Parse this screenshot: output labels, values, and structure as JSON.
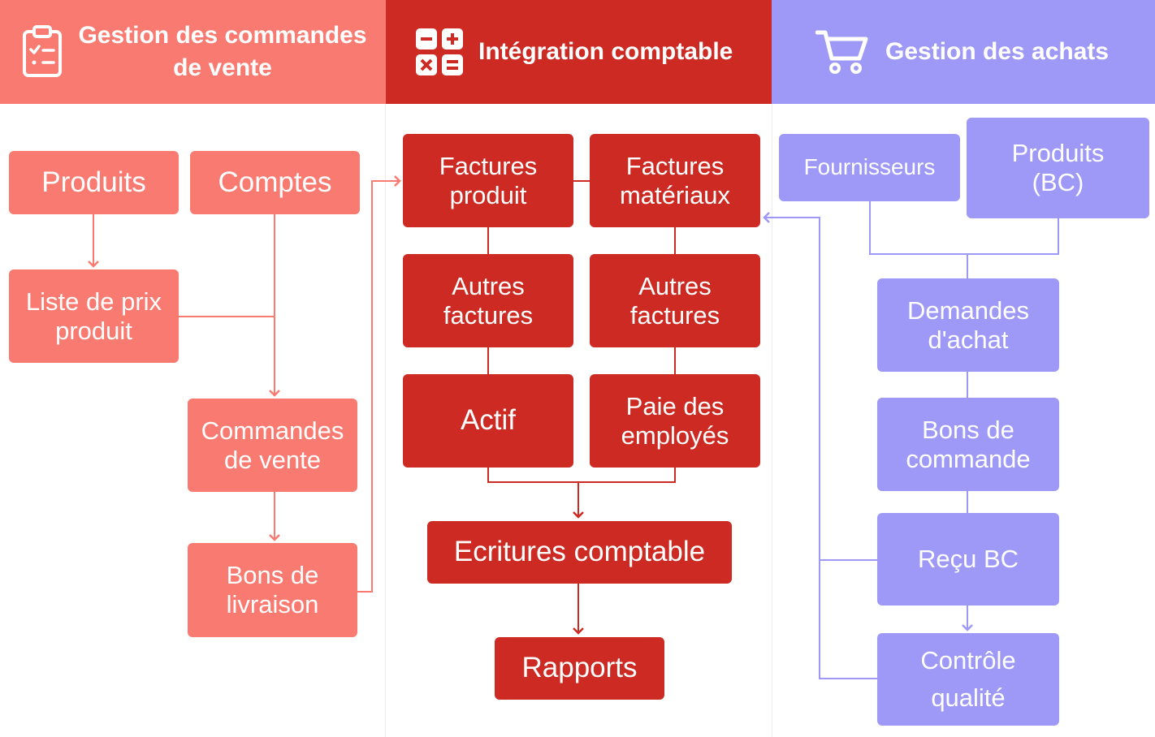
{
  "colors": {
    "sales": "#f97a70",
    "accounting": "#cc2a22",
    "purchase": "#9e99f6"
  },
  "sections": {
    "sales": {
      "title_line1": "Gestion des commandes",
      "title_line2": "de vente",
      "icon": "clipboard-checklist-icon"
    },
    "accounting": {
      "title": "Intégration comptable",
      "icon": "calculator-icon"
    },
    "purchase": {
      "title": "Gestion des achats",
      "icon": "shopping-cart-icon"
    }
  },
  "nodes": {
    "sales_products": "Produits",
    "sales_accounts": "Comptes",
    "price_list_l1": "Liste de prix",
    "price_list_l2": "produit",
    "sales_orders_l1": "Commandes",
    "sales_orders_l2": "de vente",
    "delivery_l1": "Bons de",
    "delivery_l2": "livraison",
    "product_invoices_l1": "Factures",
    "product_invoices_l2": "produit",
    "material_invoices_l1": "Factures",
    "material_invoices_l2": "matériaux",
    "other_invoices_a_l1": "Autres",
    "other_invoices_a_l2": "factures",
    "other_invoices_b_l1": "Autres",
    "other_invoices_b_l2": "factures",
    "asset": "Actif",
    "payroll_l1": "Paie des",
    "payroll_l2": "employés",
    "journal_entries": "Ecritures comptable",
    "reports": "Rapports",
    "suppliers": "Fournisseurs",
    "po_products_l1": "Produits",
    "po_products_l2": "(BC)",
    "purchase_requests_l1": "Demandes",
    "purchase_requests_l2": "d'achat",
    "purchase_orders_l1": "Bons de",
    "purchase_orders_l2": "commande",
    "po_receipt": "Reçu BC",
    "quality_l1": "Contrôle",
    "quality_l2": "qualité"
  }
}
